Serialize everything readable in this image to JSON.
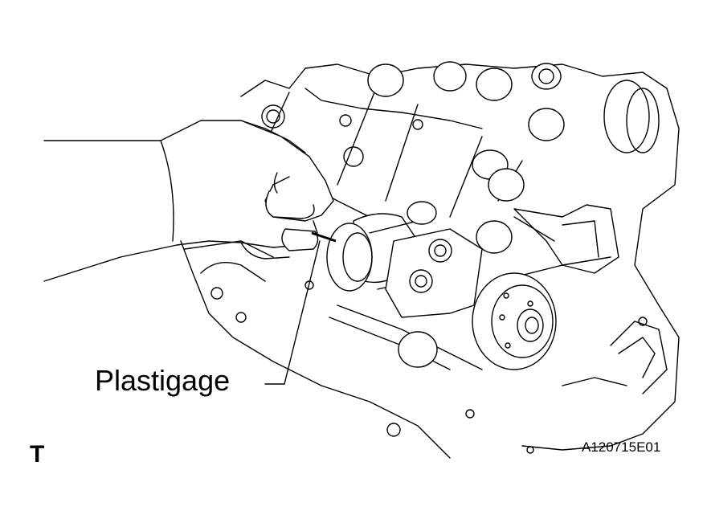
{
  "callout": {
    "label": "Plastigage"
  },
  "view": {
    "letter": "T"
  },
  "figure": {
    "code": "A120715E01"
  },
  "colors": {
    "line": "#000000",
    "background": "#ffffff"
  }
}
